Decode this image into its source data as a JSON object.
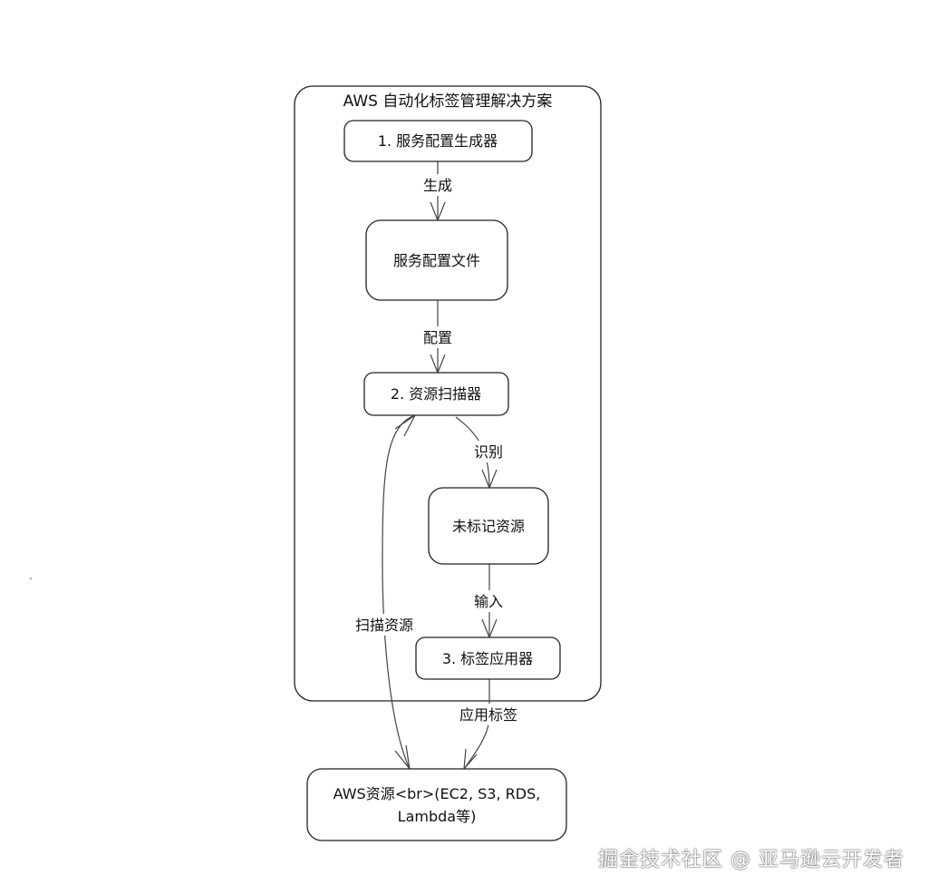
{
  "diagram": {
    "container_title": "AWS 自动化标签管理解决方案",
    "nodes": {
      "generator": "1. 服务配置生成器",
      "config_file": "服务配置文件",
      "scanner": "2. 资源扫描器",
      "untagged": "未标记资源",
      "applier": "3. 标签应用器",
      "aws_resources": {
        "line1": "AWS资源<br>(EC2, S3, RDS,",
        "line2": "Lambda等)"
      }
    },
    "edges": {
      "generate": "生成",
      "configure": "配置",
      "identify": "识别",
      "input": "输入",
      "scan_resources": "扫描资源",
      "apply_tags": "应用标签"
    }
  },
  "watermark": "掘金技术社区 @ 亚马逊云开发者"
}
